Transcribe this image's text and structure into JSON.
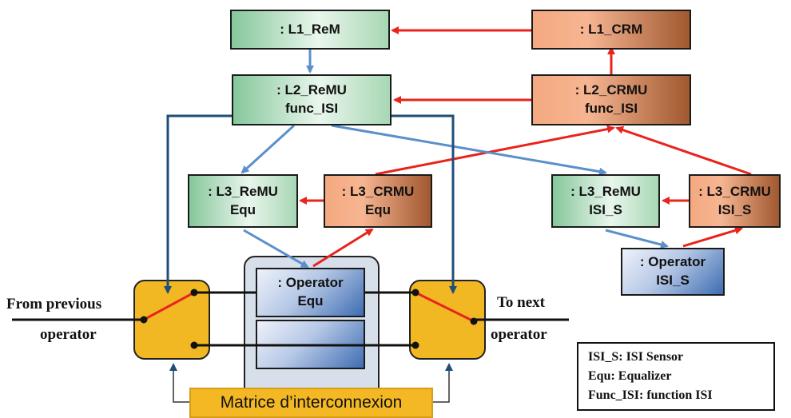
{
  "boxes": {
    "l1_rem": {
      "line1": ": L1_ReM",
      "line2": ""
    },
    "l1_crm": {
      "line1": ": L1_CRM",
      "line2": ""
    },
    "l2_remu": {
      "line1": ": L2_ReMU",
      "line2": "func_ISI"
    },
    "l2_crmu": {
      "line1": ": L2_CRMU",
      "line2": "func_ISI"
    },
    "l3_remu_equ": {
      "line1": ": L3_ReMU",
      "line2": "Equ"
    },
    "l3_crmu_equ": {
      "line1": ": L3_CRMU",
      "line2": "Equ"
    },
    "l3_remu_isi": {
      "line1": ": L3_ReMU",
      "line2": "ISI_S"
    },
    "l3_crmu_isi": {
      "line1": ": L3_CRMU",
      "line2": "ISI_S"
    },
    "operator_isi": {
      "line1": ": Operator",
      "line2": "ISI_S"
    },
    "operator_equ": {
      "line1": ": Operator",
      "line2": "Equ"
    }
  },
  "labels": {
    "from_previous": "From previous",
    "operator_left": "operator",
    "to_next": "To next",
    "operator_right": "operator",
    "matrice": "Matrice d’interconnexion"
  },
  "legend": [
    "ISI_S: ISI Sensor",
    "Equ: Equalizer",
    "Func_ISI: function ISI"
  ],
  "colors": {
    "red_arrow": "#e8241c",
    "blue_arrow": "#5b8fcc",
    "dark_blue_arrow": "#1f4e79",
    "switch_fill": "#f2b824"
  }
}
